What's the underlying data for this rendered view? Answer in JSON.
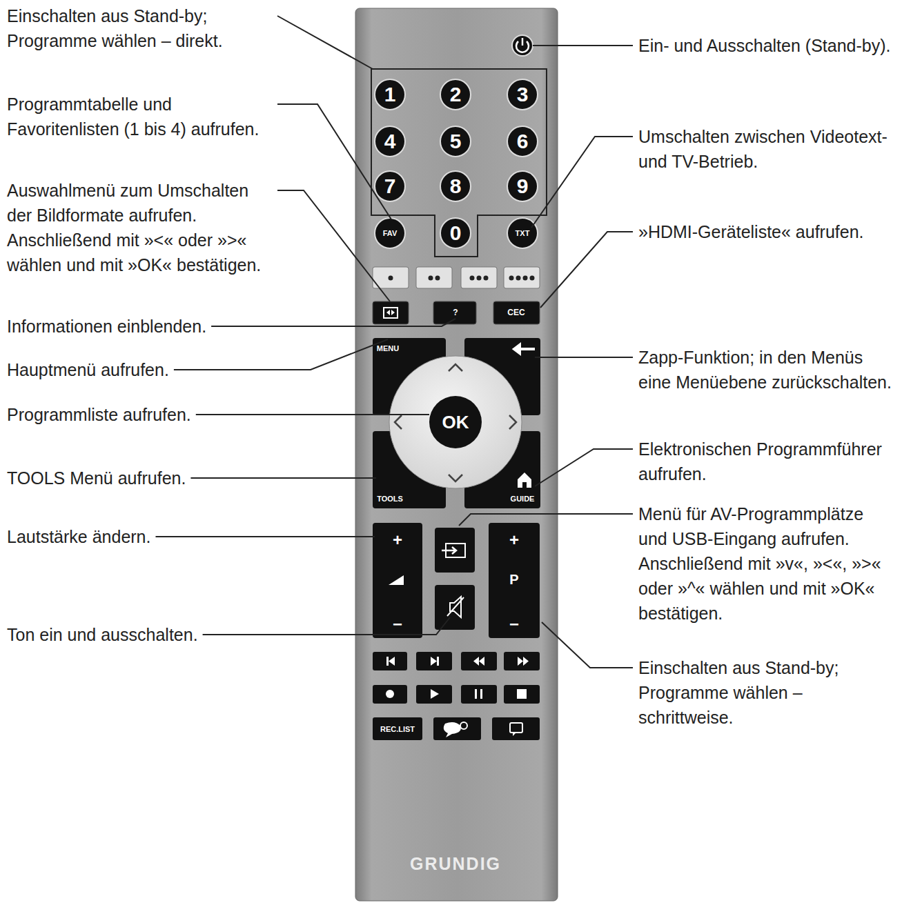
{
  "diagram": {
    "labels": [
      "Einschalten aus Stand-by; Programme wählen – direkt.",
      "Programmtabelle und Favoritenlisten (1 bis 4) aufrufen.",
      "Auswahlmenü zum Umschalten der Bildformate aufrufen. Anschließend mit »<« oder »>« wählen und mit »OK« bestätigen.",
      "Informationen einblenden.",
      "Hauptmenü aufrufen.",
      "Programmliste aufrufen.",
      "TOOLS Menü aufrufen.",
      "Lautstärke ändern.",
      "Ton ein und ausschalten.",
      "Ein- und Ausschalten (Stand-by).",
      "Umschalten zwischen Videotext- und TV-Betrieb.",
      "»HDMI-Geräteliste« aufrufen.",
      "Zapp-Funktion; in den Menüs eine Menüebene zurückschalten.",
      "Elektronischen Programmführer aufrufen.",
      "Menü für AV-Programmplätze und USB-Eingang aufrufen. Anschließend mit »v«, »<«, »>« oder »^« wählen und mit »OK« bestätigen.",
      "Einschalten aus Stand-by; Programme wählen – schrittweise.",
      "1",
      "2",
      "3",
      "4",
      "5",
      "6",
      "7",
      "8",
      "9",
      "FAV",
      "0",
      "TXT",
      "?",
      "CEC",
      "MENU",
      "OK",
      "TOOLS",
      "GUIDE",
      "+",
      "−",
      "+",
      "P",
      "−",
      "REC.LIST",
      "GRUNDIG"
    ]
  }
}
